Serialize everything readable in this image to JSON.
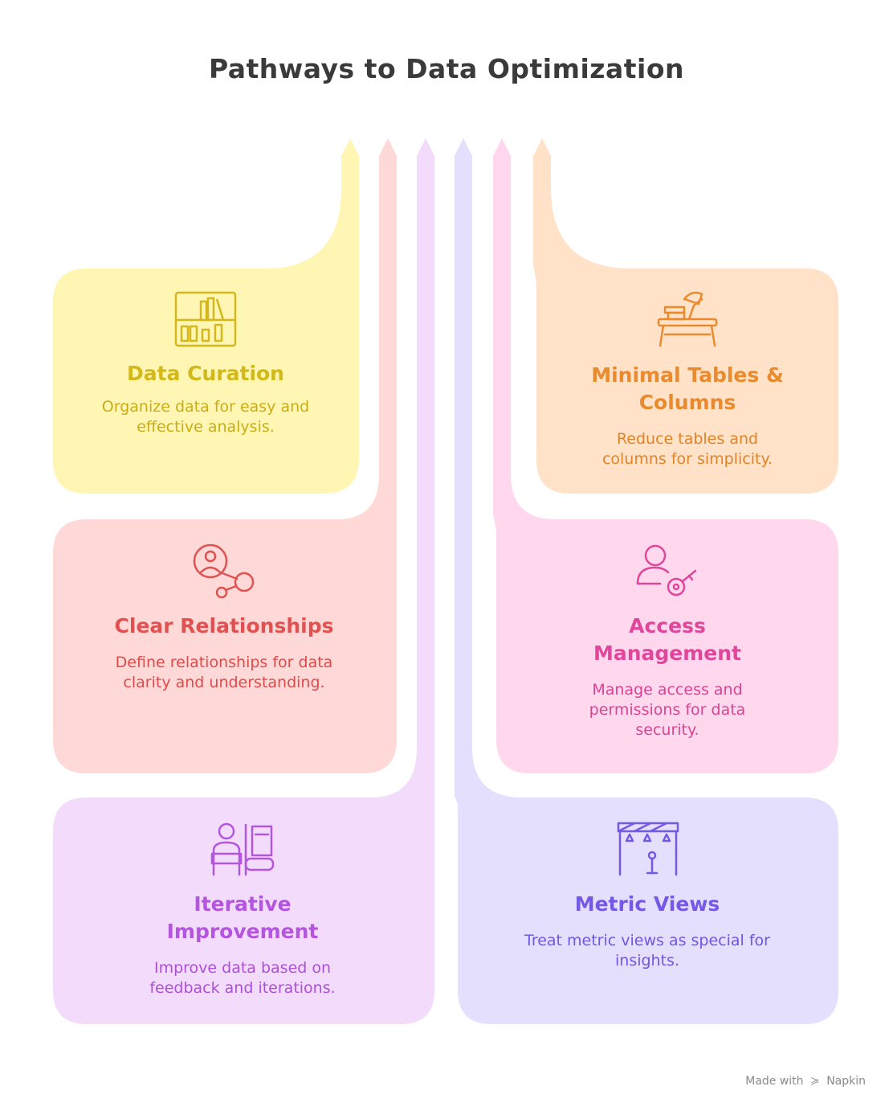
{
  "title": "Pathways to Data Optimization",
  "cards": [
    {
      "key": "data-curation",
      "title": "Data Curation",
      "description": "Organize data for easy and effective analysis.",
      "icon": "bookshelf-icon",
      "fill": "#fff6b4",
      "color": "#d2b81a"
    },
    {
      "key": "minimal-tables",
      "title": "Minimal Tables & Columns",
      "description": "Reduce tables and columns for simplicity.",
      "icon": "desk-lamp-icon",
      "fill": "#ffe2c8",
      "color": "#ea8a2e"
    },
    {
      "key": "clear-relationships",
      "title": "Clear Relationships",
      "description": "Define relationships for data clarity and understanding.",
      "icon": "person-network-icon",
      "fill": "#ffd9d7",
      "color": "#e05252"
    },
    {
      "key": "access-management",
      "title": "Access Management",
      "description": "Manage access and permissions for data security.",
      "icon": "person-key-icon",
      "fill": "#ffd8ee",
      "color": "#e0479a"
    },
    {
      "key": "iterative-improvement",
      "title": "Iterative Improvement",
      "description": "Improve data based on feedback and iterations.",
      "icon": "person-monitor-icon",
      "fill": "#f3dcfb",
      "color": "#b455de"
    },
    {
      "key": "metric-views",
      "title": "Metric Views",
      "description": "Treat metric views as special for insights.",
      "icon": "stage-spotlight-icon",
      "fill": "#e4dffd",
      "color": "#7559e6"
    }
  ],
  "footer": {
    "made_with": "Made with",
    "brand": "Napkin"
  }
}
